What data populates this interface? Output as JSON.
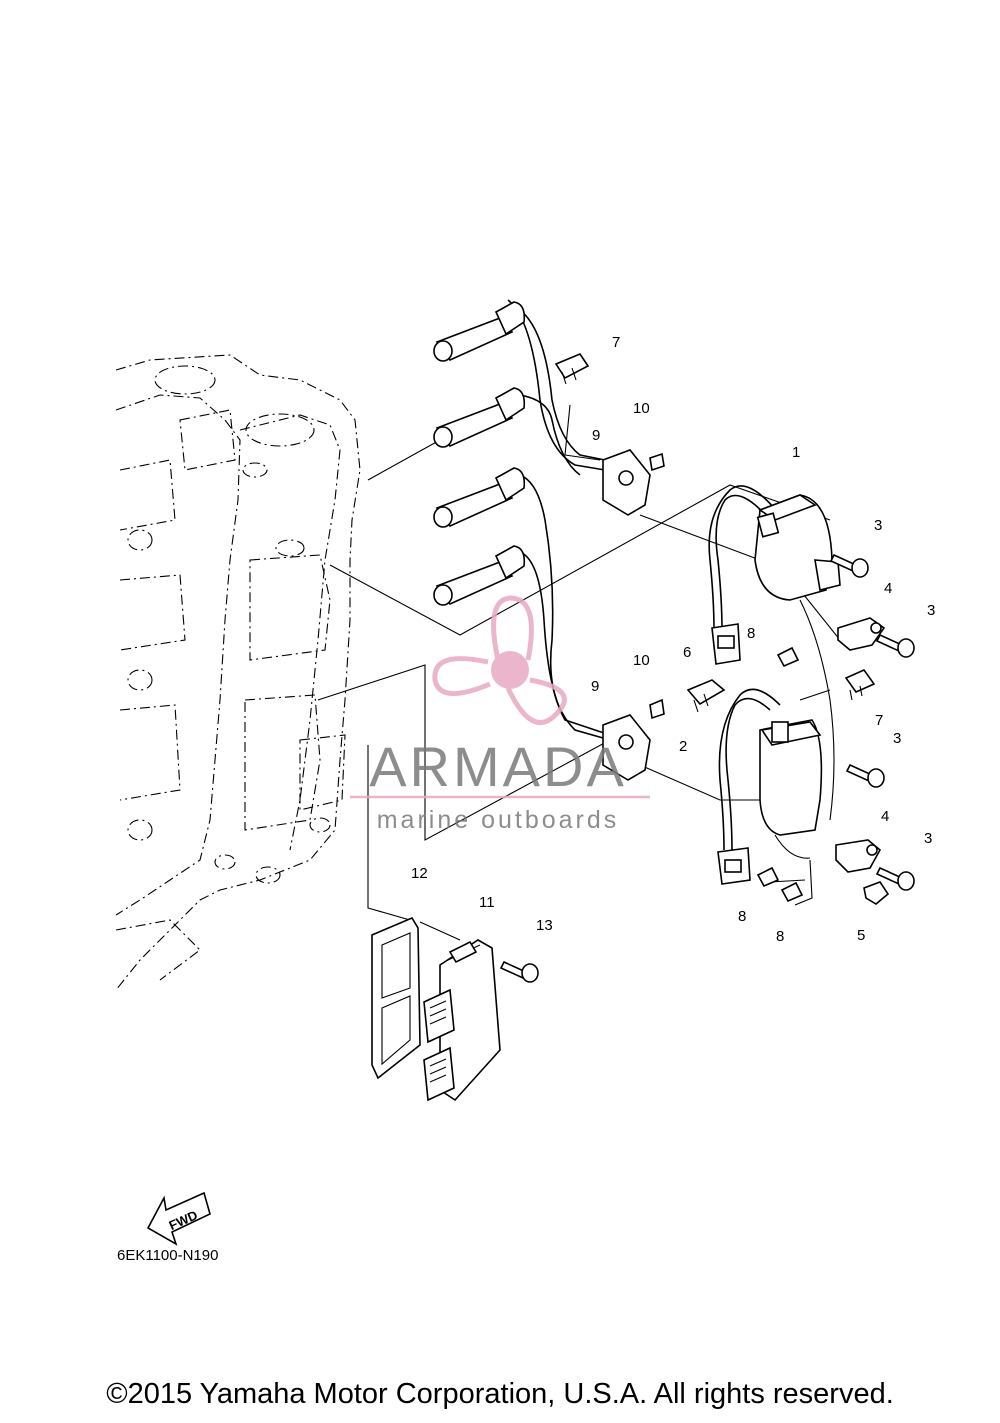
{
  "diagram": {
    "drawing_code": "6EK1100-N190",
    "fwd_label": "FWD",
    "copyright": "©2015 Yamaha Motor Corporation, U.S.A. All rights reserved.",
    "watermark": {
      "brand": "ARMADA",
      "tagline": "marine outboards",
      "color": "#e8a9c4"
    },
    "callouts": [
      "1",
      "2",
      "3",
      "3",
      "3",
      "3",
      "4",
      "4",
      "5",
      "6",
      "7",
      "7",
      "8",
      "8",
      "8",
      "9",
      "9",
      "10",
      "10",
      "11",
      "12",
      "13"
    ]
  }
}
